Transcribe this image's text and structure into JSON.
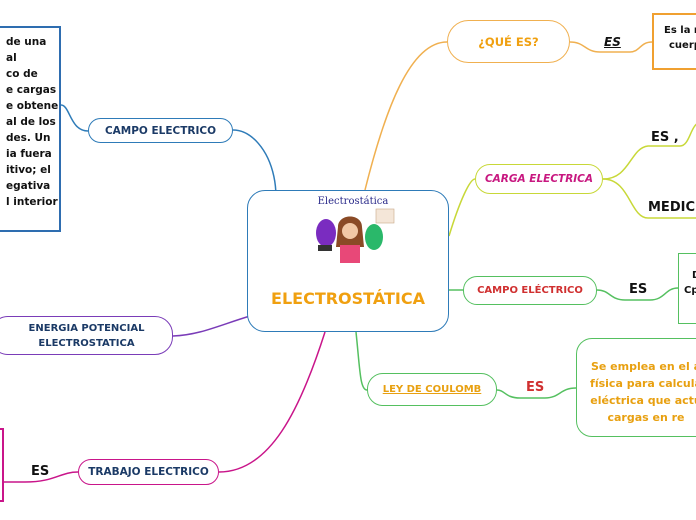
{
  "central": {
    "title": "ELECTROSTÁTICA",
    "image_caption": "Electrostática"
  },
  "left": {
    "campo_electrico": "CAMPO ELECTRICO",
    "campo_def_lines": [
      "de una",
      "al",
      "co de",
      "e cargas",
      "e obtener",
      "al de los",
      "des. Un",
      "ia fuera",
      "itivo; el",
      "egativa",
      "l interior"
    ],
    "energia_line1": "ENERGIA POTENCIAL",
    "energia_line2": "ELECTROSTATICA",
    "trabajo_electrico": "TRABAJO ELECTRICO",
    "trabajo_es": "ES"
  },
  "right": {
    "que_es": "¿QUÉ ES?",
    "que_es_es": "ES",
    "que_es_def_line1": "Es la n",
    "que_es_def_line2": "cuerp",
    "carga_electrica": "CARGA ELECTRICA",
    "carga_es": "ES ,",
    "carga_medic": "MEDIC",
    "campo_electrico": "CAMPO ELÉCTRICO",
    "campo_es": "ES",
    "campo_def_line1": "D",
    "campo_def_line2": "Cp",
    "ley_coulomb": "LEY DE COULOMB",
    "ley_es": "ES",
    "ley_def_lines": [
      "Se emplea en el á",
      "física para calcula",
      "eléctrica que actú",
      "cargas en re"
    ]
  },
  "colors": {
    "central_border": "#2e7bb8",
    "title": "#f0a010",
    "campo_left": "#2e7bb8",
    "energia": "#7a3cb8",
    "trabajo": "#c9158a",
    "que_es": "#f0b050",
    "carga": "#c8d838",
    "campo_right": "#55c060",
    "ley": "#55c060"
  }
}
